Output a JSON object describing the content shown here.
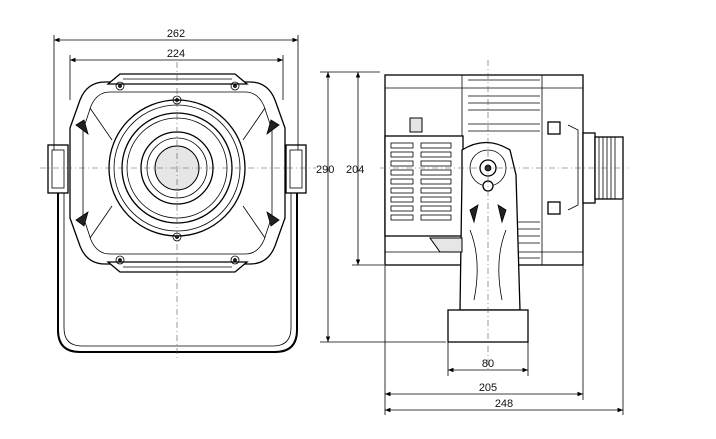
{
  "dimensions": {
    "front_width_total": "262",
    "front_width_inner": "224",
    "height_total": "290",
    "height_body": "204",
    "base_width": "80",
    "side_depth_body": "205",
    "side_depth_total": "248"
  }
}
